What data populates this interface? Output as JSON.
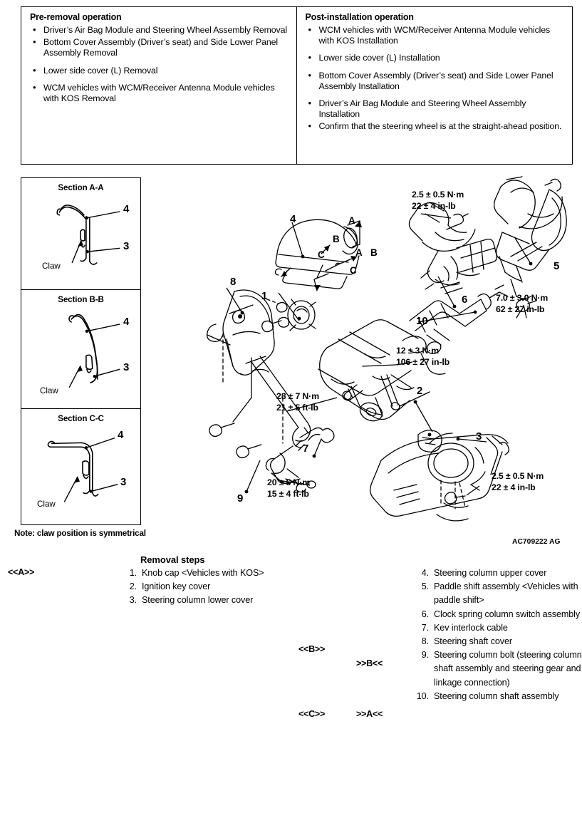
{
  "operations": {
    "pre_removal": {
      "title": "Pre-removal operation",
      "items": [
        "Driver’s Air Bag Module and Steering Wheel Assembly Removal",
        "Bottom Cover Assembly (Driver’s seat) and Side Lower Panel Assembly Removal",
        "Lower side cover (L) Removal",
        "WCM vehicles with WCM/Receiver Antenna Module vehicles with KOS Removal"
      ]
    },
    "post_installation": {
      "title": "Post-installation operation",
      "items": [
        "WCM vehicles with WCM/Receiver Antenna Module vehicles with KOS Installation",
        "Lower side cover (L) Installation",
        "Bottom Cover Assembly (Driver’s seat) and Side Lower Panel Assembly Installation",
        "Driver’s Air Bag Module and Steering Wheel Assembly Installation",
        "Confirm that the steering wheel is at the straight-ahead position."
      ]
    },
    "bullet_glyph": "•"
  },
  "sections": [
    {
      "title": "Section A-A",
      "claw_label": "Claw",
      "numbers": [
        "4",
        "3"
      ]
    },
    {
      "title": "Section B-B",
      "claw_label": "Claw",
      "numbers": [
        "4",
        "3"
      ]
    },
    {
      "title": "Section C-C",
      "claw_label": "Claw",
      "numbers": [
        "4",
        "3"
      ]
    }
  ],
  "diagram": {
    "callouts": [
      {
        "id": "1",
        "label": "1"
      },
      {
        "id": "2",
        "label": "2"
      },
      {
        "id": "3",
        "label": "3"
      },
      {
        "id": "4",
        "label": "4"
      },
      {
        "id": "5",
        "label": "5"
      },
      {
        "id": "6",
        "label": "6"
      },
      {
        "id": "7",
        "label": "7"
      },
      {
        "id": "8",
        "label": "8"
      },
      {
        "id": "9",
        "label": "9"
      },
      {
        "id": "10",
        "label": "10"
      }
    ],
    "section_letters": [
      "A",
      "A",
      "B",
      "B",
      "C",
      "C"
    ],
    "torques": [
      {
        "nm": "2.5 ± 0.5 N·m",
        "imperial": "22 ± 4 in-lb"
      },
      {
        "nm": "7.0 ± 3.0 N·m",
        "imperial": "62 ± 27 in-lb"
      },
      {
        "nm": "12 ± 3 N·m",
        "imperial": "106 ± 27 in-lb"
      },
      {
        "nm": "28 ± 7 N·m",
        "imperial": "21 ± 5 ft-lb"
      },
      {
        "nm": "20 ± 5 N·m",
        "imperial": "15 ± 4 ft-lb"
      },
      {
        "nm": "2.5 ± 0.5 N·m",
        "imperial": "22 ± 4 in-lb"
      }
    ],
    "note": "Note: claw position is symmetrical",
    "drawing_id": "AC709222 AG"
  },
  "removal": {
    "heading": "Removal steps",
    "markers": {
      "a_in": "<<A>>",
      "b_in": "<<B>>",
      "c_in": "<<C>>",
      "b_out": ">>B<<",
      "a_out": ">>A<<"
    },
    "steps_left": [
      {
        "num": "1.",
        "text": "Knob cap <Vehicles with KOS>"
      },
      {
        "num": "2.",
        "text": "Ignition key cover"
      },
      {
        "num": "3.",
        "text": "Steering column lower cover"
      }
    ],
    "steps_right": [
      {
        "num": "4.",
        "text": "Steering column upper cover"
      },
      {
        "num": "5.",
        "text": "Paddle shift assembly <Vehicles with paddle shift>"
      },
      {
        "num": "6.",
        "text": "Clock spring column switch assembly"
      },
      {
        "num": "7.",
        "text": "Kev interlock cable"
      },
      {
        "num": "8.",
        "text": "Steering shaft cover"
      },
      {
        "num": "9.",
        "text": "Steering column bolt (steering column shaft assembly and steering gear and linkage connection)"
      },
      {
        "num": "10.",
        "text": "Steering column shaft assembly"
      }
    ]
  }
}
